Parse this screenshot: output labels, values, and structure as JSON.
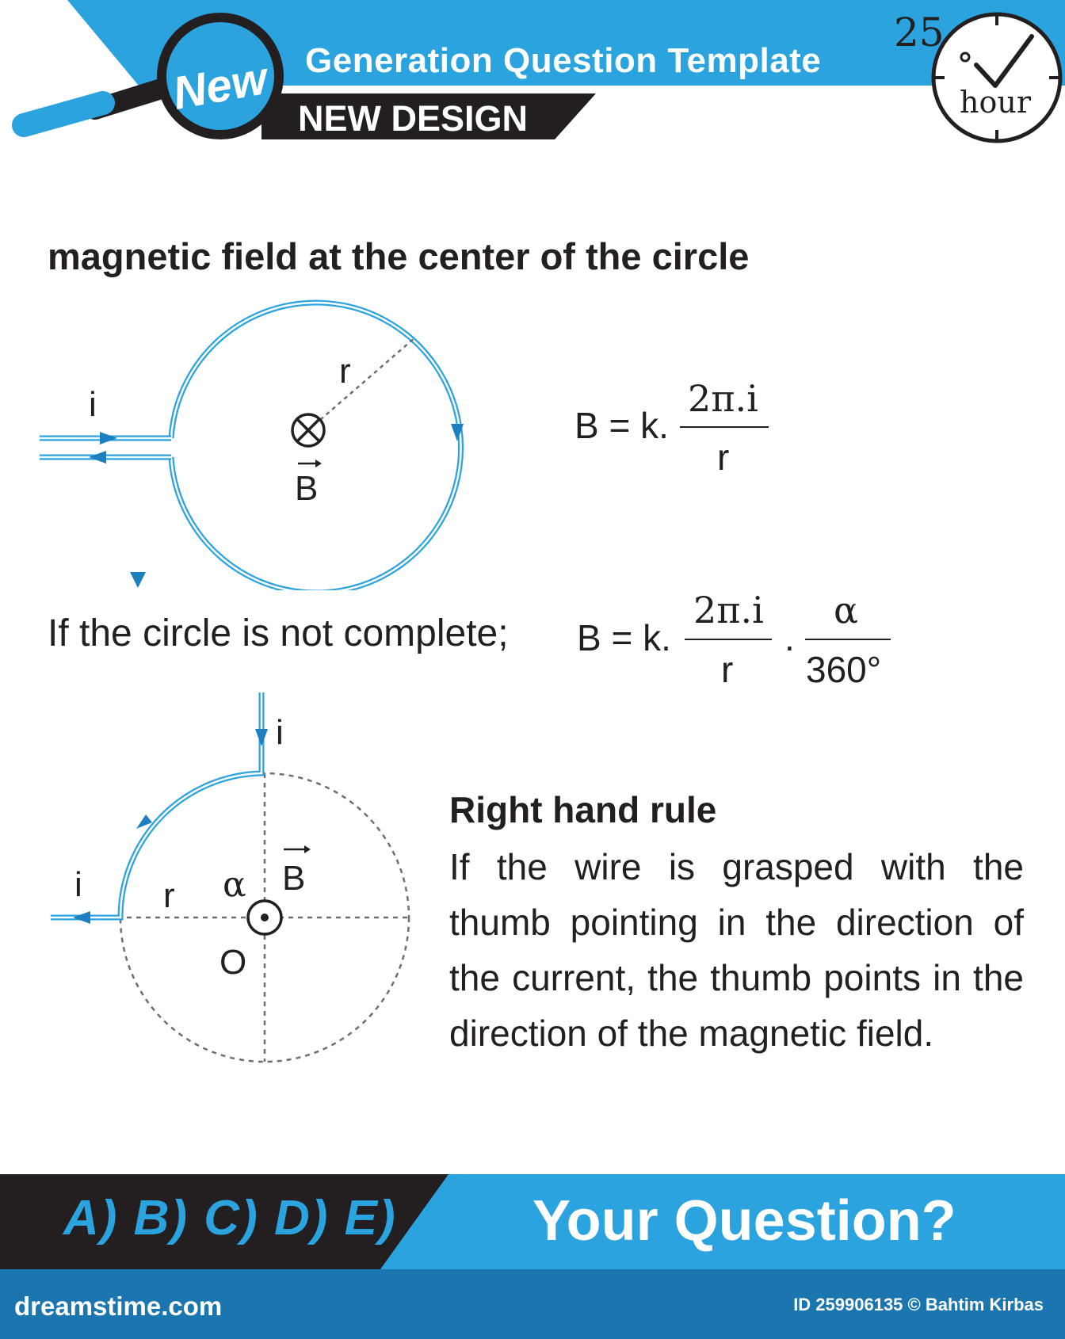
{
  "header": {
    "badge_text": "New",
    "title": "Generation Question Template",
    "subtitle": "NEW DESIGN",
    "clock_number": "25",
    "clock_unit": "hour"
  },
  "main": {
    "heading": "magnetic field at the center of the circle",
    "diagram1": {
      "current_label": "i",
      "radius_label": "r",
      "field_symbol": "B",
      "field_direction": "into-page"
    },
    "formula1": {
      "lhs": "B = k.",
      "numerator": "2π.i",
      "denominator": "r"
    },
    "incomplete_text": "If the circle is not complete;",
    "formula2": {
      "lhs": "B = k.",
      "numerator": "2π.i",
      "denominator": "r",
      "dot": ".",
      "numerator2": "α",
      "denominator2": "360°"
    },
    "diagram2": {
      "current_label_top": "i",
      "current_label_left": "i",
      "radius_label": "r",
      "angle_label": "α",
      "field_symbol": "B",
      "center_label": "O",
      "field_direction": "out-of-page"
    },
    "rule_title": "Right hand rule",
    "rule_text": "If the wire is grasped with the thumb pointing in the direction of the current, the thumb points in the direction of the magnetic field."
  },
  "footer": {
    "answers": "A) B) C) D) E)",
    "question": "Your Question?",
    "site": "dreamstime.com",
    "credit": "ID 259906135 © Bahtim Kirbas"
  },
  "colors": {
    "accent_blue": "#2aa3df",
    "dark": "#231f20",
    "footer_blue": "#1b76b0"
  }
}
